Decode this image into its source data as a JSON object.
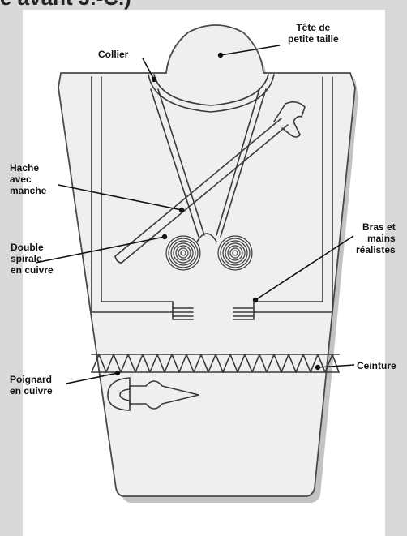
{
  "header": {
    "partial_text": "e avant J.-C.)"
  },
  "labels": {
    "tete": "Tête de\npetite taille",
    "collier": "Collier",
    "hache": "Hache\navec\nmanche",
    "bras": "Bras et\nmains\nréalistes",
    "spirale": "Double\nspirale\nen cuivre",
    "ceinture": "Ceinture",
    "poignard": "Poignard\nen cuivre"
  },
  "colors": {
    "background": "#d9d9d9",
    "panel": "#ffffff",
    "stele_fill": "#efefef",
    "stele_shadow": "#a9a9a9",
    "engraving": "#3a3a3a"
  }
}
